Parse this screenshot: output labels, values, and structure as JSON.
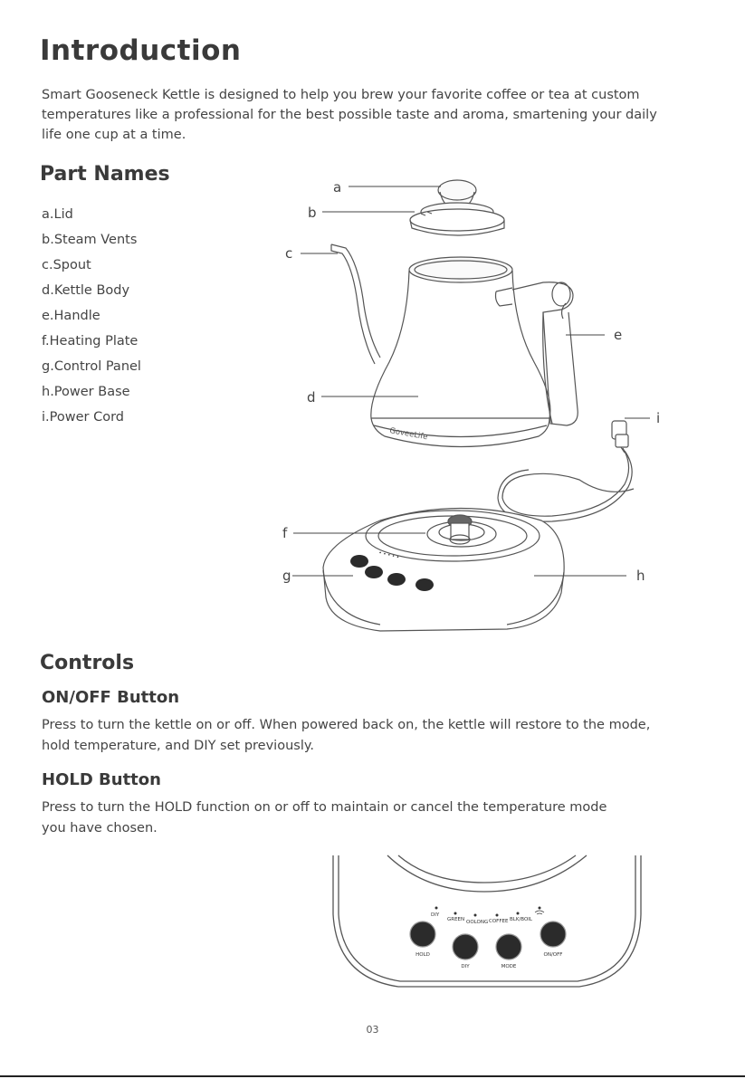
{
  "title": "Introduction",
  "intro_lines": [
    "Smart Gooseneck Kettle is designed to help you brew your favorite coffee or tea at custom",
    "temperatures like a professional for the best possible taste and aroma, smartening your daily",
    "life one cup at a time."
  ],
  "part_names": {
    "heading": "Part Names",
    "items": [
      "a.Lid",
      "b.Steam Vents",
      "c.Spout",
      "d.Kettle Body",
      "e.Handle",
      "f.Heating Plate",
      "g.Control Panel",
      "h.Power Base",
      "i.Power Cord"
    ]
  },
  "diagram": {
    "callouts": [
      "a",
      "b",
      "c",
      "d",
      "e",
      "f",
      "g",
      "h",
      "i"
    ],
    "brand": "GoveeLife"
  },
  "controls": {
    "heading": "Controls",
    "onoff": {
      "title": "ON/OFF Button",
      "lines": [
        "Press to turn the kettle on or off. When powered back on, the kettle will restore to the mode,",
        "hold temperature, and DIY set previously."
      ]
    },
    "hold": {
      "title": "HOLD Button",
      "lines": [
        "Press to turn the HOLD function on or off to maintain or cancel the temperature mode",
        "you have chosen."
      ]
    }
  },
  "panel": {
    "indicators": [
      "DIY",
      "GREEN",
      "OOLONG",
      "COFFEE",
      "BLK/BOIL"
    ],
    "buttons": [
      "HOLD",
      "DIY",
      "MODE",
      "ON/OFF"
    ]
  },
  "page_number": "03",
  "colors": {
    "text": "#444444",
    "heading": "#3a3a3a",
    "button": "#2b2b2b",
    "line": "#555555"
  }
}
